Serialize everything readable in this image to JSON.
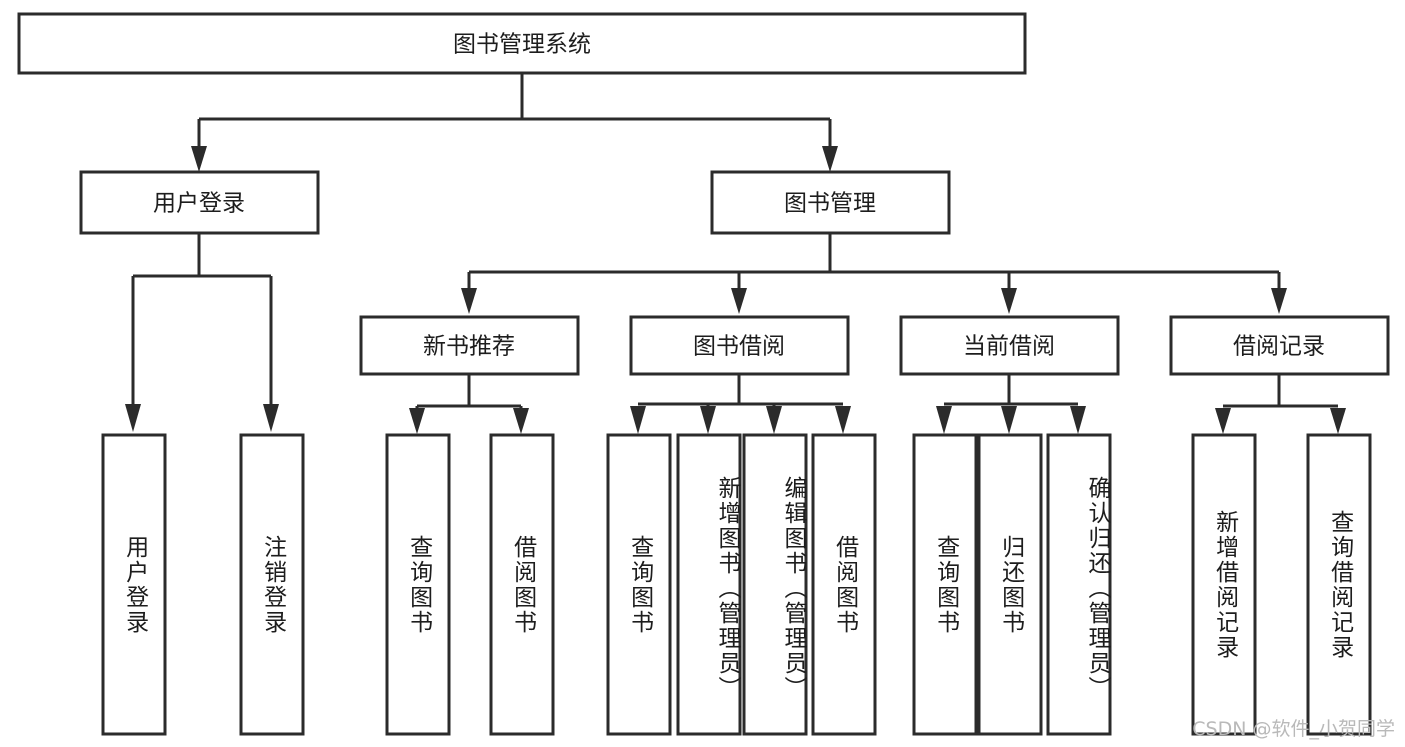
{
  "diagram": {
    "title": "图书管理系统",
    "type": "hierarchy-tree",
    "orientation": "top-down",
    "colors": {
      "box_fill": "#ffffff",
      "box_stroke": "#2b2b2b",
      "text": "#1d1d1d",
      "background": "#ffffff",
      "watermark": "#b9b9b9"
    }
  },
  "root": {
    "label": "图书管理系统",
    "text_orientation": "horizontal"
  },
  "level2": [
    {
      "label": "用户登录",
      "text_orientation": "horizontal"
    },
    {
      "label": "图书管理",
      "text_orientation": "horizontal"
    }
  ],
  "level3": [
    {
      "label": "新书推荐",
      "text_orientation": "horizontal"
    },
    {
      "label": "图书借阅",
      "text_orientation": "horizontal"
    },
    {
      "label": "当前借阅",
      "text_orientation": "horizontal"
    },
    {
      "label": "借阅记录",
      "text_orientation": "horizontal"
    }
  ],
  "leaves": {
    "user_login": [
      {
        "label": "用户登录",
        "text_orientation": "vertical"
      },
      {
        "label": "注销登录",
        "text_orientation": "vertical"
      }
    ],
    "new_book_recommend": [
      {
        "label": "查询图书",
        "text_orientation": "vertical"
      },
      {
        "label": "借阅图书",
        "text_orientation": "vertical"
      }
    ],
    "book_borrow": [
      {
        "label": "查询图书",
        "text_orientation": "vertical"
      },
      {
        "label": "新增图书（管理员）",
        "text_orientation": "vertical"
      },
      {
        "label": "编辑图书（管理员）",
        "text_orientation": "vertical"
      },
      {
        "label": "借阅图书",
        "text_orientation": "vertical"
      }
    ],
    "current_borrow": [
      {
        "label": "查询图书",
        "text_orientation": "vertical"
      },
      {
        "label": "归还图书",
        "text_orientation": "vertical"
      },
      {
        "label": "确认归还（管理员）",
        "text_orientation": "vertical"
      }
    ],
    "borrow_record": [
      {
        "label": "新增借阅记录",
        "text_orientation": "vertical"
      },
      {
        "label": "查询借阅记录",
        "text_orientation": "vertical"
      }
    ]
  },
  "watermark": {
    "text": "CSDN @软件_小贺同学"
  }
}
